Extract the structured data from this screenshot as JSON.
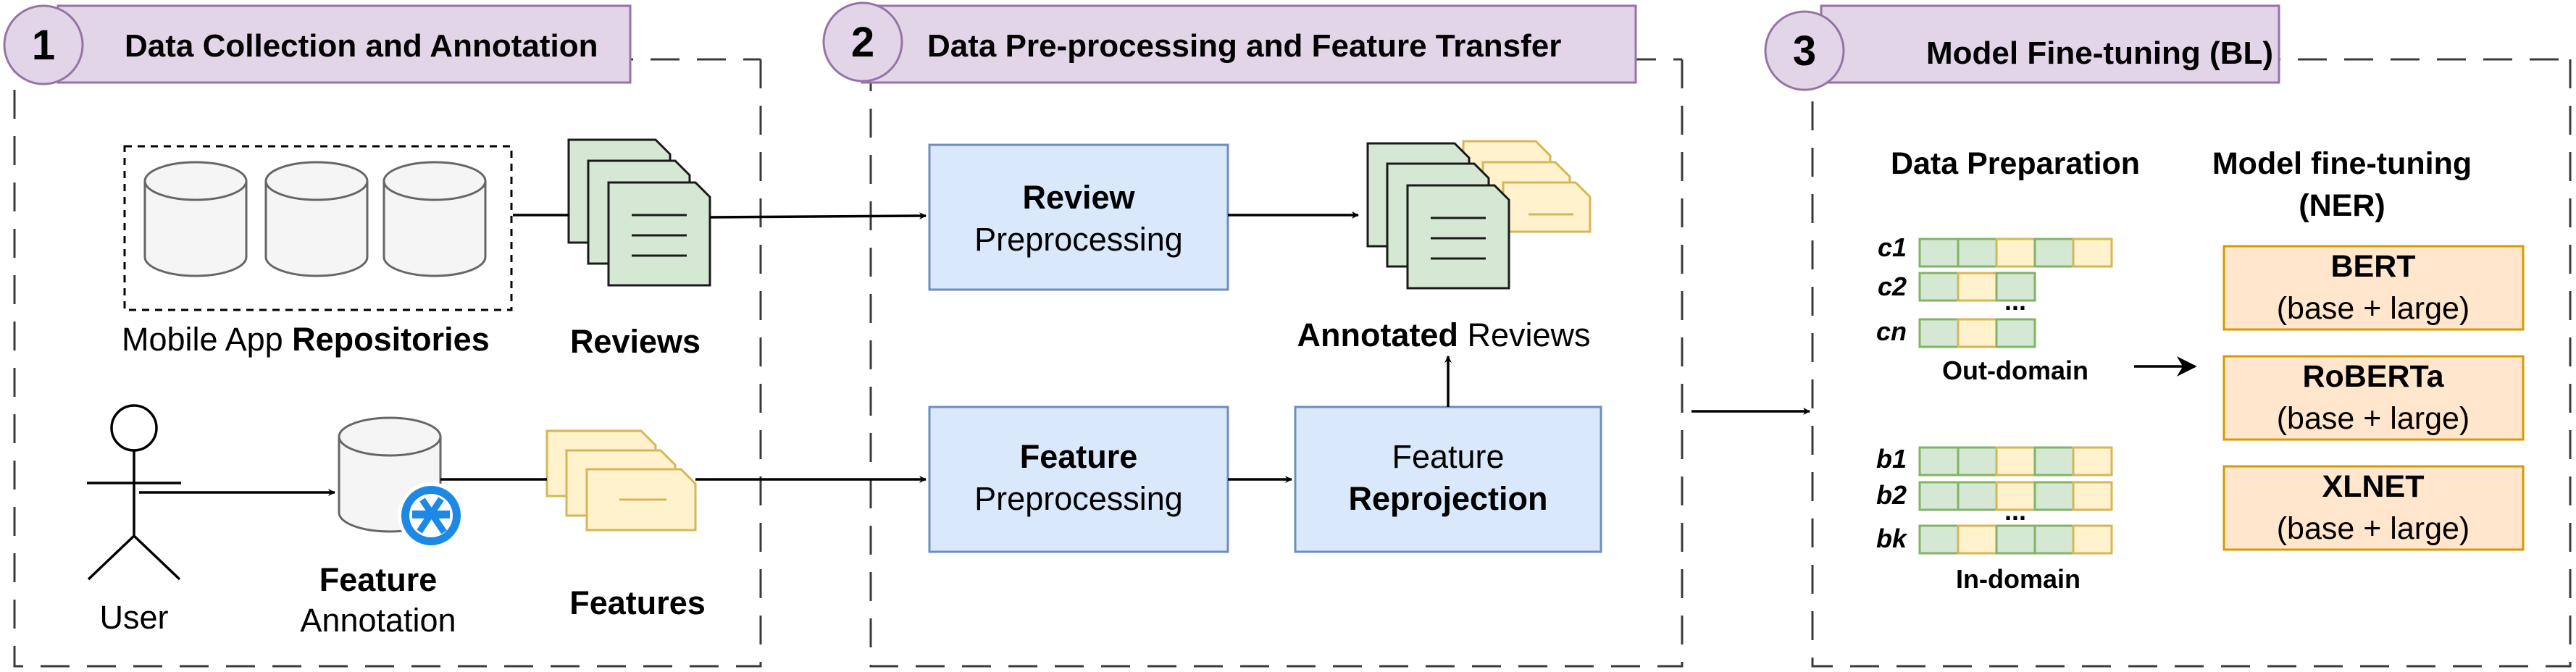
{
  "sections": [
    {
      "number": "1",
      "title": "Data Collection and Annotation"
    },
    {
      "number": "2",
      "title": "Data Pre-processing and Feature Transfer"
    },
    {
      "number": "3",
      "title": "Model Fine-tuning (BL)"
    }
  ],
  "stage1": {
    "repositories_prefix": "Mobile App ",
    "repositories_bold": "Repositories",
    "reviews_label": "Reviews",
    "user_label": "User",
    "annotation_bold": "Feature",
    "annotation_text": "Annotation",
    "features_label": "Features"
  },
  "stage2": {
    "review_pre_bold": "Review",
    "review_pre_text": "Preprocessing",
    "feature_pre_bold": "Feature",
    "feature_pre_text": "Preprocessing",
    "reprojection_text": "Feature",
    "reprojection_bold": "Reprojection",
    "annotated_bold": "Annotated",
    "annotated_text": " Reviews"
  },
  "stage3": {
    "data_prep_title": "Data Preparation",
    "model_title_line1": "Model fine-tuning",
    "model_title_line2": "(NER)",
    "out_rows": [
      "c1",
      "c2",
      "cn"
    ],
    "in_rows": [
      "b1",
      "b2",
      "bk"
    ],
    "ellipsis": "...",
    "out_label": "Out-domain",
    "in_label": "In-domain",
    "models": [
      {
        "name": "BERT",
        "variant": "(base + large)"
      },
      {
        "name": "RoBERTa",
        "variant": "(base + large)"
      },
      {
        "name": "XLNET",
        "variant": "(base + large)"
      }
    ]
  },
  "colors": {
    "tag_fill": "#e1d5e7",
    "tag_stroke": "#9673a6",
    "process_fill": "#dae8fc",
    "model_fill": "#ffe6cc",
    "review_doc_fill": "#d5e8d4",
    "feature_doc_fill": "#fff2cc",
    "annotator_icon": "#1e88e5"
  },
  "icons": [
    "database-icon",
    "document-stack-icon",
    "person-icon",
    "annotation-icon"
  ]
}
